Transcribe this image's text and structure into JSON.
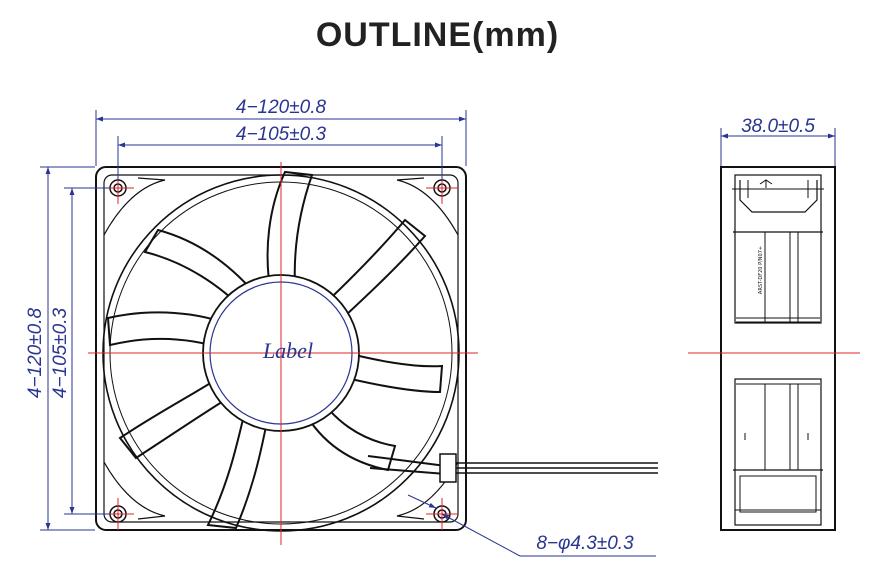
{
  "title": "OUTLINE(mm)",
  "dimensions": {
    "outer_width": "4−120±0.8",
    "hole_width": "4−105±0.3",
    "outer_height": "4−120±0.8",
    "hole_height": "4−105±0.3",
    "depth": "38.0±0.5",
    "holes": "8−φ4.3±0.3"
  },
  "hub_label": "Label",
  "side_label": "ARST-DF20 P/N07+",
  "colors": {
    "outline": "#111111",
    "dimension": "#2a3590",
    "centerline": "#e0252b"
  }
}
